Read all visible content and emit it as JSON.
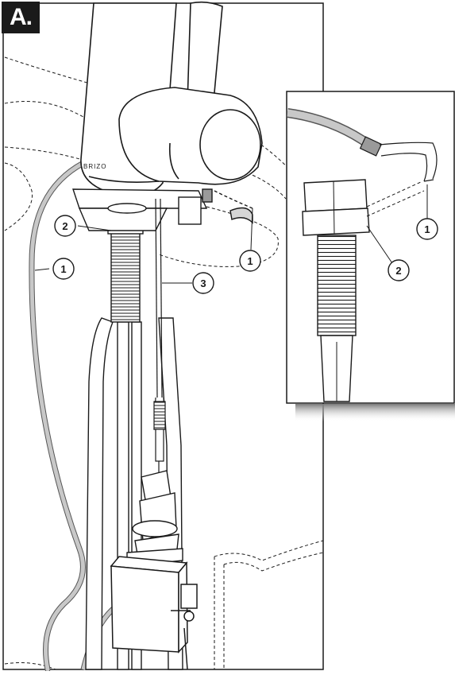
{
  "step": {
    "label": "A."
  },
  "brand": {
    "text": "BRIZO"
  },
  "callouts": {
    "main": [
      {
        "id": "main-callout-1",
        "number": "1",
        "part": "hose-clip"
      },
      {
        "id": "main-callout-2",
        "number": "2",
        "part": "hose-connector"
      },
      {
        "id": "main-callout-1b",
        "number": "1",
        "part": "hose-clip"
      },
      {
        "id": "main-callout-3",
        "number": "3",
        "part": "sensor-cable"
      }
    ],
    "inset": [
      {
        "id": "inset-callout-1",
        "number": "1",
        "part": "hose-clip"
      },
      {
        "id": "inset-callout-2",
        "number": "2",
        "part": "hose-connector"
      }
    ]
  },
  "colors": {
    "line": "#1a1a1a",
    "hose": "#c8c8c8",
    "hoseOutline": "#555555",
    "shadow": "#9a9a9a"
  }
}
